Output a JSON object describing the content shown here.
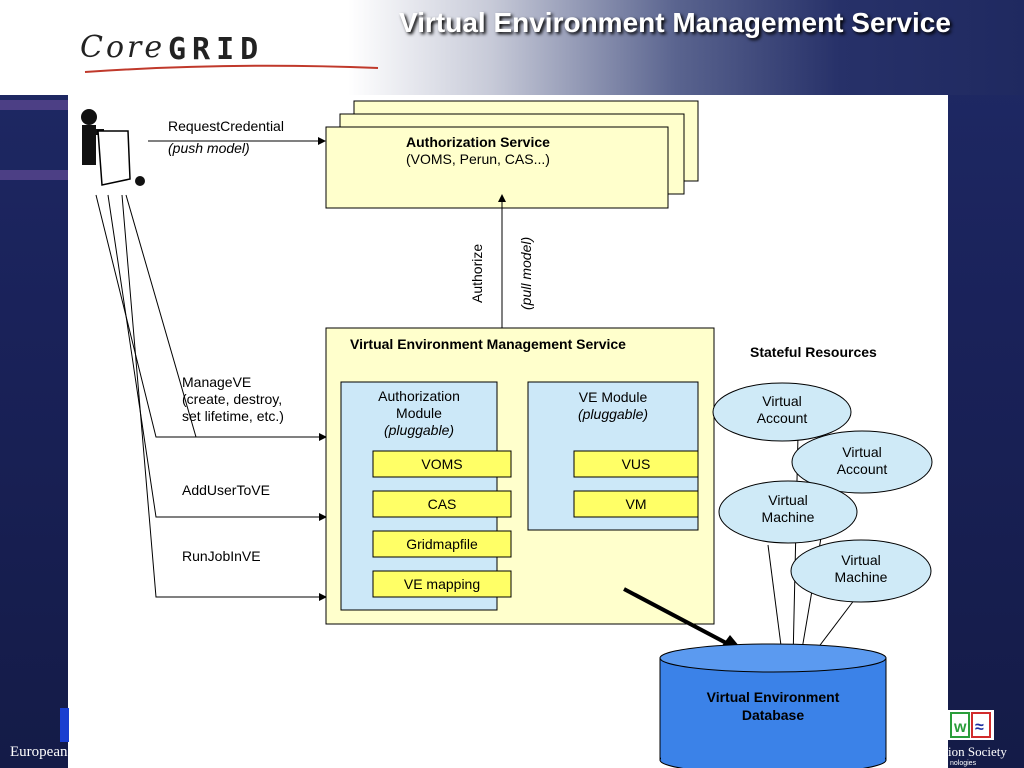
{
  "slide": {
    "title": "Virtual Environment Management Service",
    "logo_core": "Core",
    "logo_grid": "GRID",
    "footer_left": "European",
    "footer_right": "ion Society",
    "footer_right_small": "nologies"
  },
  "diagram": {
    "auth_service": {
      "title": "Authorization Service",
      "subtitle": "(VOMS, Perun, CAS...)"
    },
    "user_messages": {
      "request_credential": "RequestCredential",
      "push_model": "(push model)",
      "manage_ve": [
        "ManageVE",
        "(create, destroy,",
        "set lifetime, etc.)"
      ],
      "add_user": "AddUserToVE",
      "run_job": "RunJobInVE"
    },
    "authorize_label": "Authorize",
    "pull_model_label": "(pull model)",
    "vems": {
      "title": "Virtual Environment Management Service",
      "auth_module": {
        "lines": [
          "Authorization",
          "Module"
        ],
        "note": "(pluggable)",
        "items": [
          "VOMS",
          "CAS",
          "Gridmapfile",
          "VE mapping"
        ]
      },
      "ve_module": {
        "line": "VE Module",
        "note": "(pluggable)",
        "items": [
          "VUS",
          "VM"
        ]
      }
    },
    "stateful": {
      "title": "Stateful Resources",
      "ellipses": [
        [
          "Virtual",
          "Account"
        ],
        [
          "Virtual",
          "Account"
        ],
        [
          "Virtual",
          "Machine"
        ],
        [
          "Virtual",
          "Machine"
        ]
      ]
    },
    "database": {
      "lines": [
        "Virtual Environment",
        "Database"
      ]
    }
  },
  "colors": {
    "box_fill": "#ffffcc",
    "module_fill": "#cce8f8",
    "item_fill": "#ffff66",
    "ellipse_fill": "#cfeaf7",
    "db_fill": "#3b82e8"
  }
}
